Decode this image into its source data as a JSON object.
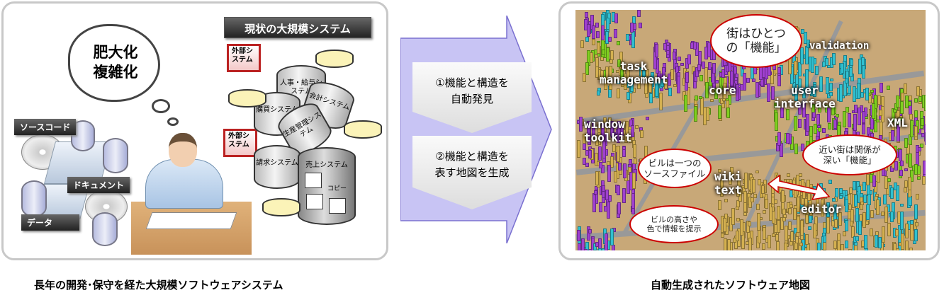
{
  "left_panel": {
    "thought": [
      "肥大化",
      "複雑化"
    ],
    "labels": {
      "source_code": "ソースコード",
      "document": "ドキュメント",
      "data": "データ"
    },
    "title": "現状の大規模システム",
    "systems": {
      "hr": "人事・給与システム",
      "purchase": "購買システム",
      "accounting": "会計システム",
      "production": "生産管理システム",
      "billing": "請求システム",
      "sales": "売上システム",
      "copy": "コピー"
    },
    "external": "外部システム",
    "caption": "長年の開発･保守を経た大規模ソフトウェアシステム"
  },
  "arrow": {
    "step1": {
      "line1": "①機能と構造を",
      "line2": "自動発見"
    },
    "step2": {
      "line1": "②機能と構造を",
      "line2": "表す地図を生成"
    },
    "color": "#c8c4f4"
  },
  "right_panel": {
    "cities": {
      "task": "task",
      "management": "management",
      "core": "core",
      "validation": "validation",
      "user": "user",
      "interface": "interface",
      "window": "window",
      "toolkit": "toolkit",
      "xml": "XML",
      "wiki": "wiki",
      "text": "text",
      "editor": "editor"
    },
    "callouts": {
      "city": [
        "街はひとつ",
        "の「機能」"
      ],
      "building": [
        "ビルは一つの",
        "ソースファイル"
      ],
      "near": [
        "近い街は関係が",
        "深い「機能」"
      ],
      "height": [
        "ビルの高さや",
        "色で情報を提示"
      ]
    },
    "caption": "自動生成されたソフトウェア地図",
    "colors": {
      "ground": "#c8a878",
      "purple": "#a040d0",
      "gold": "#d4b050",
      "cyan": "#30c0d0",
      "green": "#80d020",
      "callout_border": "#cc0000"
    }
  }
}
